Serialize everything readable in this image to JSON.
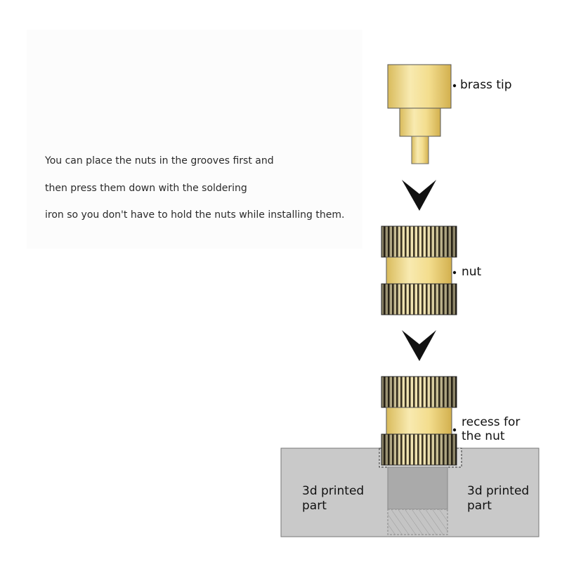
{
  "note": {
    "lines": [
      "You can place the nuts in the grooves first and",
      "then press them down with the soldering",
      "iron so you don't have to hold the nuts while installing them."
    ]
  },
  "labels": {
    "brass_tip": "brass tip",
    "nut": "nut",
    "recess_line1": "recess for",
    "recess_line2": "the nut",
    "part_left_line1": "3d printed",
    "part_left_line2": "part",
    "part_right_line1": "3d printed",
    "part_right_line2": "part"
  },
  "colors": {
    "brass_light": "#f7e7a6",
    "brass_mid": "#e8cf78",
    "brass_dark": "#c9a94a",
    "knurl_dark": "#3a3424",
    "part_gray": "#c9c9c9",
    "hole_gray": "#aaaaaa",
    "arrow": "#111111"
  }
}
